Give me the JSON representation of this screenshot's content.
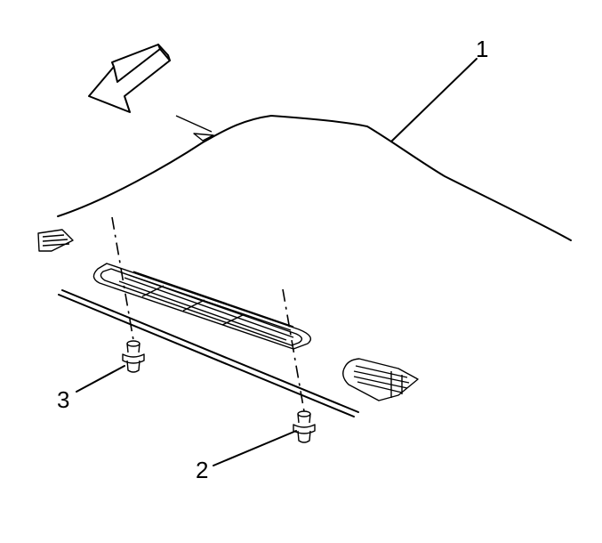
{
  "callouts": {
    "headliner": "1",
    "clip_right": "2",
    "clip_left": "3"
  },
  "icons": [
    "direction-arrow-icon",
    "push-clip-icon"
  ]
}
